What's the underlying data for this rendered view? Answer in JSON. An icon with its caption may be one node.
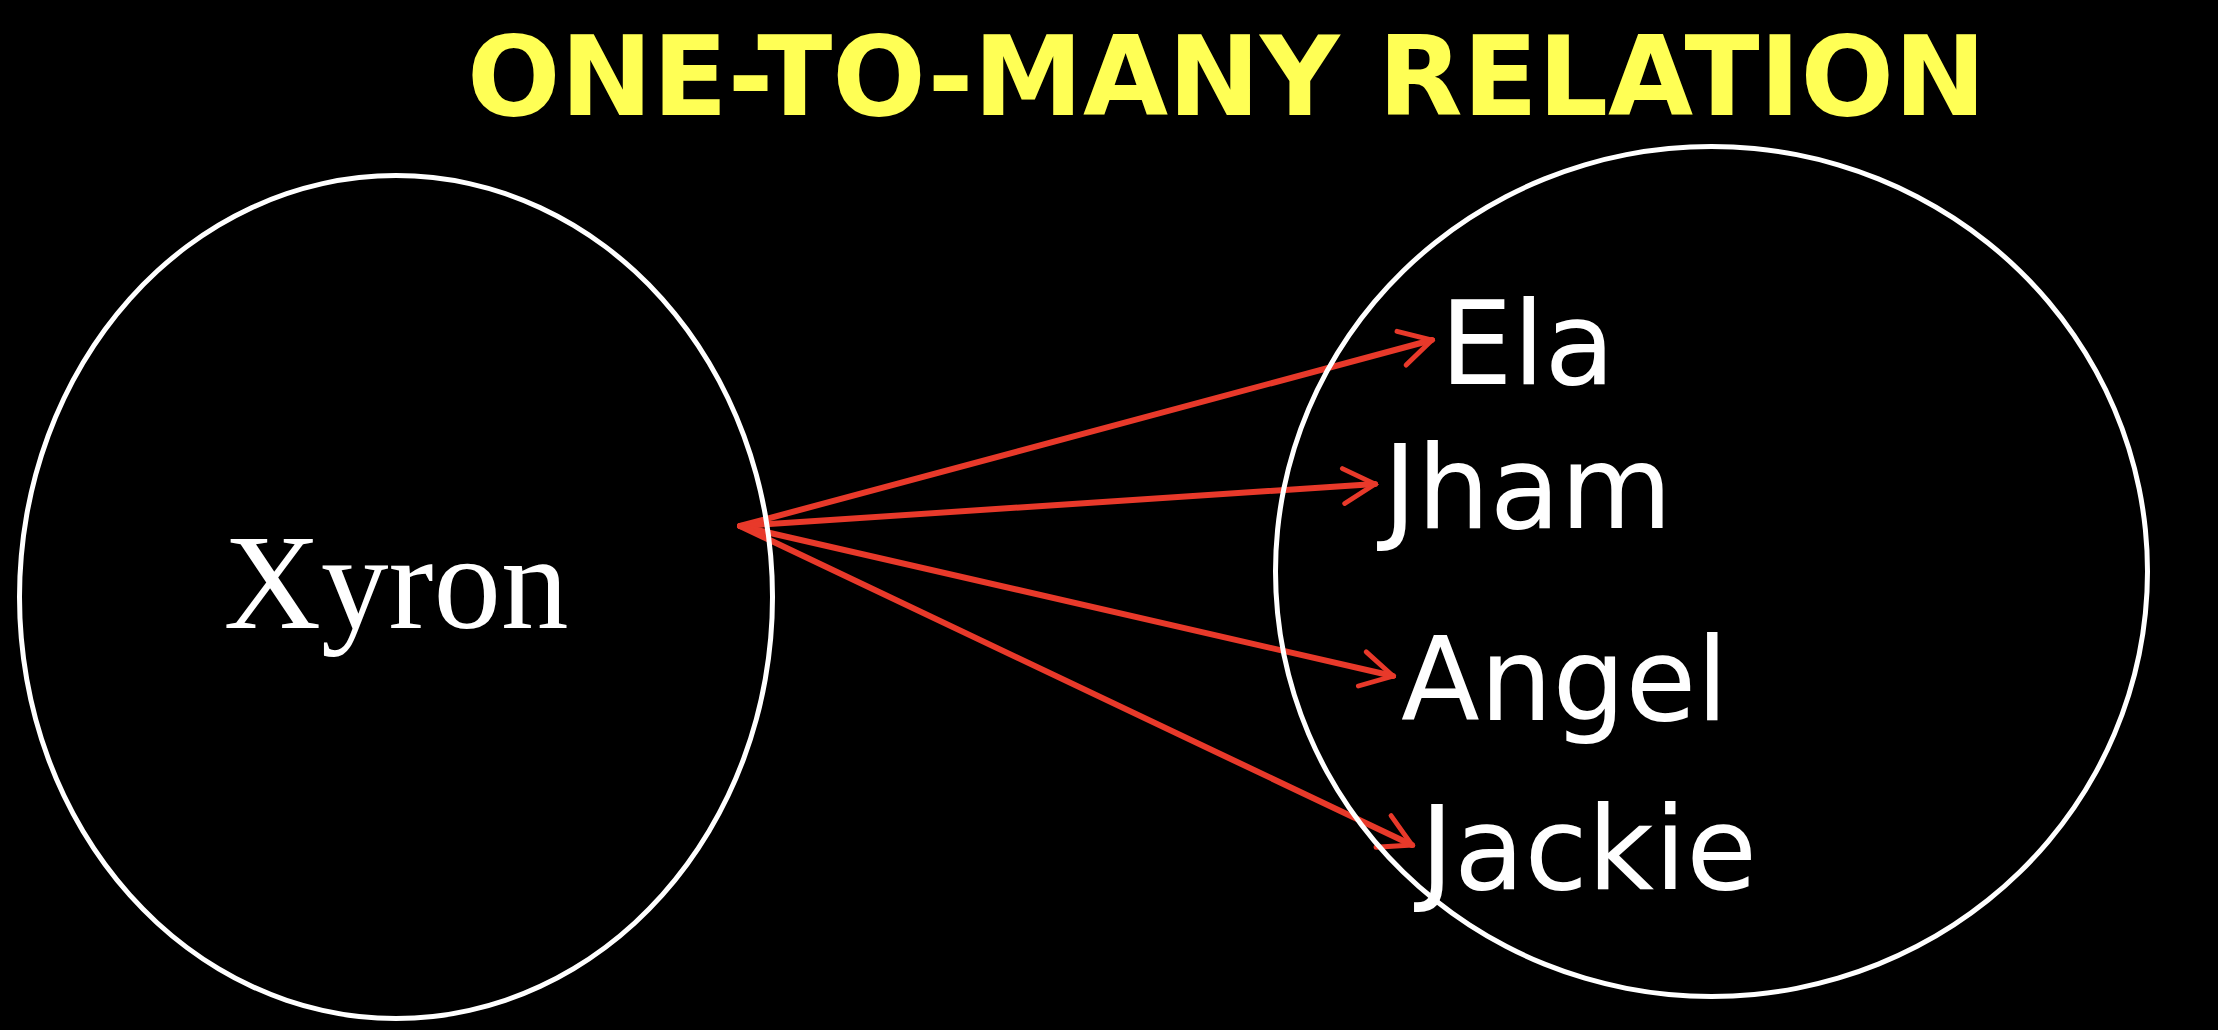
{
  "diagram": {
    "title": "ONE-TO-MANY RELATION",
    "nodes": [
      {
        "text": [
          "Xyron"
        ]
      },
      {
        "text": [],
        "shape": "circle"
      },
      {
        "text": [
          "Ela"
        ],
        "in": 1
      },
      {
        "text": [
          "Jham"
        ],
        "in": 1
      },
      {
        "text": [
          "Angel"
        ],
        "in": 1
      },
      {
        "text": [
          "Jackie"
        ],
        "in": 1
      }
    ],
    "edges": [
      {
        "from": 0,
        "to": 2,
        "arrow": "to"
      },
      {
        "from": 0,
        "to": 3,
        "arrow": "to"
      },
      {
        "from": 0,
        "to": 4,
        "arrow": "to"
      },
      {
        "from": 0,
        "to": 5,
        "arrow": "to"
      }
    ]
  }
}
